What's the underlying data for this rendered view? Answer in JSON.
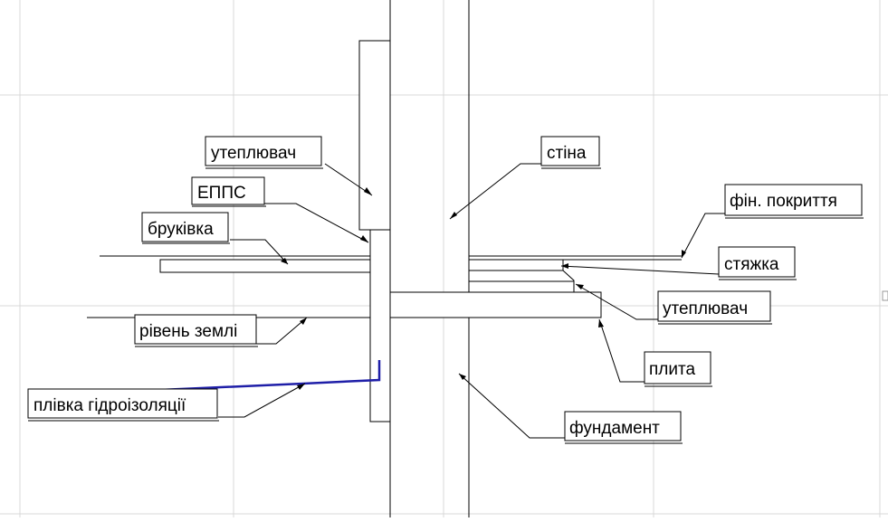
{
  "labels": {
    "insulation_wall": "утеплювач",
    "epps": "ЕППС",
    "paving": "бруківка",
    "ground_level": "рівень землі",
    "waterproof_film": "плівка гідроізоляції",
    "wall": "стіна",
    "finish_cover": "фін. покриття",
    "screed": "стяжка",
    "insulation_floor": "утеплювач",
    "slab": "плита",
    "foundation": "фундамент"
  },
  "colors": {
    "background": "#ffffff",
    "grid": "#d9d9d9",
    "lines": "#000000",
    "waterproofing": "#1f1fa8"
  }
}
